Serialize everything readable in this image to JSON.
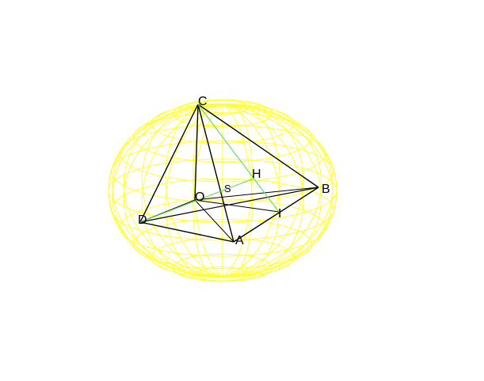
{
  "figure": {
    "colors": {
      "sphere_wire": "#ffff33",
      "edge": "#000000",
      "aux_line": "#66dd66",
      "background": "#ffffff"
    },
    "labels": {
      "C": "C",
      "H": "H",
      "S": "S",
      "O": "O",
      "B": "B",
      "I": "I",
      "D": "D",
      "A": "A"
    }
  }
}
